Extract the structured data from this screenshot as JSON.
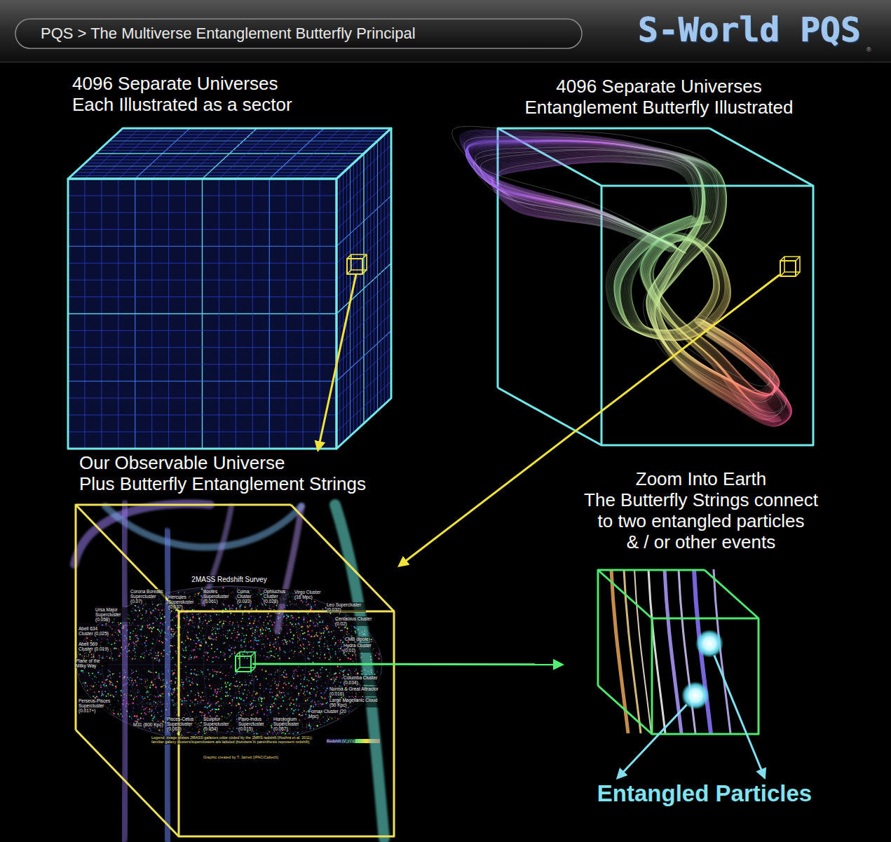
{
  "diagram": {
    "title": "PQS > The Multiverse Entanglement Butterfly Principal",
    "nodes": [
      {
        "text": [
          "4096 Separate Universes Each Illustrated as a sector"
        ]
      },
      {
        "text": [
          "4096 Separate Universes Entanglement Butterfly Illustrated"
        ]
      },
      {
        "text": [
          "Our Observable Universe Plus Butterfly Entanglement Strings"
        ]
      },
      {
        "text": [
          "Zoom Into Earth The Butterfly Strings connect to two entangled particles & / or other events"
        ]
      },
      {
        "text": [
          "Entangled Particles"
        ]
      }
    ],
    "edges": [
      {
        "from": 0,
        "to": 2,
        "arrow": "to"
      },
      {
        "from": 1,
        "to": 2,
        "arrow": "to"
      },
      {
        "from": 2,
        "to": 3,
        "arrow": "to"
      },
      {
        "from": 3,
        "to": 4,
        "arrow": "to"
      },
      {
        "from": 3,
        "to": 4,
        "arrow": "to"
      }
    ],
    "labels": [
      "S-World PQS",
      "®",
      "2MASS Redshift Survey",
      "Corona Borealis Supercluster (0.07)",
      "Hercules Supercluster (0.037)",
      "Bootes Supercluster (0.061)",
      "Coma Cluster (0.023)",
      "Ophiuchus Cluster (0.028)",
      "Virgo Cluster (16 Mpc)",
      "Leo Supercluster (0.032)",
      "Ursa Major Supercluster (0.058)",
      "Centaurus Cluster (0.02)",
      "CMB dipole",
      "Hydra Cluster (0.01)",
      "Abell 634 Cluster (0.025)",
      "Abell 569 Cluster (0.019)",
      "Plane of the Milky Way",
      "Columba Cluster (0.034)",
      "Norma & Great Attractor (0.016)",
      "Large Magellanic Cloud (50 Kpc)",
      "Fornax Cluster (20 Mpc)",
      "Perseus-Pisces Supercluster (0.017+)",
      "M31 (800 Kpc)",
      "Pisces-Cetus Supercluster (0.063)",
      "Sculptor Supercluster (0.054)",
      "Pavo-Indus Supercluster (0.015)",
      "Horologium Supercluster (0.067)",
      "Legend: image shows 2MASS galaxies color coded by the 2MRS redshift (Huchra et al. 2011); familiar galaxy clusters/superclusters are labeled (numbers in parenthesis represent redshift).",
      "Graphic created by T. Jarrett (IPAC/Caltech)",
      "Redshift (V_r / c)"
    ]
  }
}
